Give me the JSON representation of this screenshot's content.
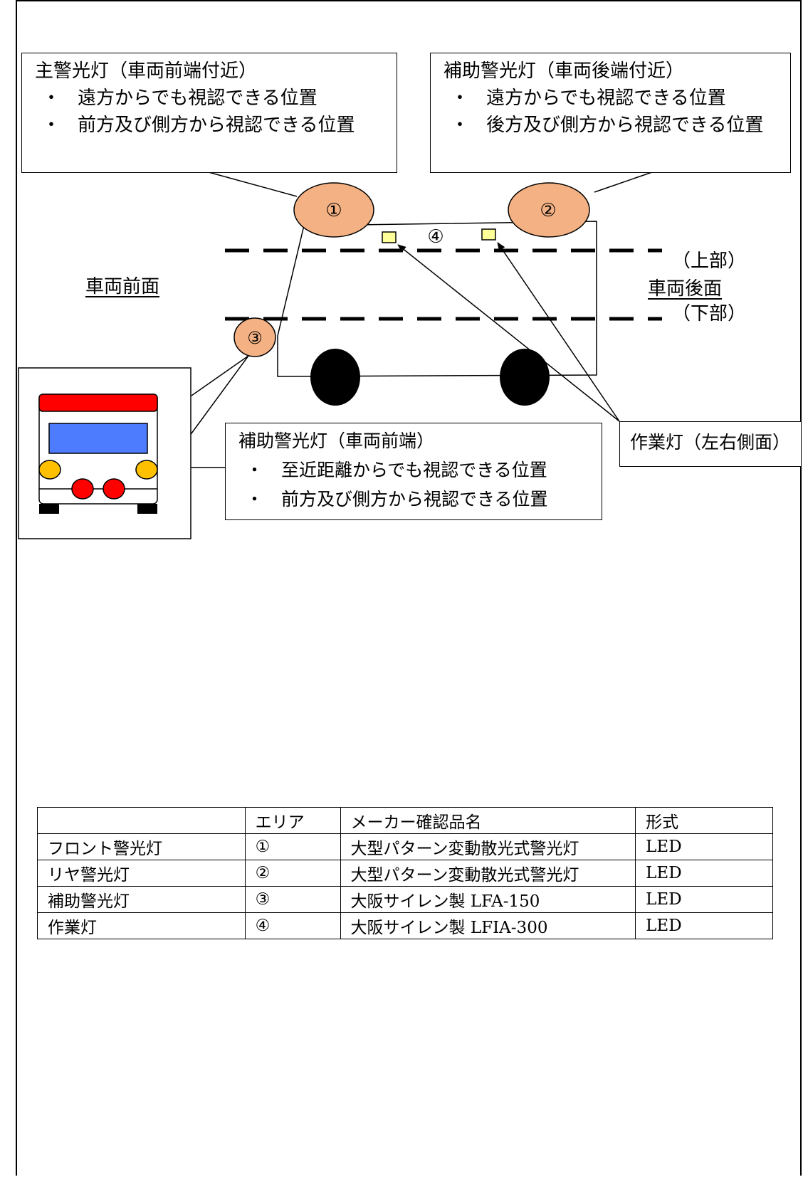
{
  "callouts": {
    "main_light": {
      "title": "主警光灯（車両前端付近）",
      "bullet_symbol": "・",
      "bullets": [
        "遠方からでも視認できる位置",
        "前方及び側方から視認できる位置"
      ]
    },
    "rear_aux_light": {
      "title": "補助警光灯（車両後端付近）",
      "bullet_symbol": "・",
      "bullets": [
        "遠方からでも視認できる位置",
        "後方及び側方から視認できる位置"
      ]
    },
    "front_aux_light": {
      "title": "補助警光灯（車両前端）",
      "bullet_symbol": "・",
      "bullets": [
        "至近距離からでも視認できる位置",
        "前方及び側方から視認できる位置"
      ]
    },
    "work_light": {
      "title": "作業灯（左右側面）"
    }
  },
  "labels": {
    "vehicle_front": "車両前面",
    "vehicle_rear": "車両後面",
    "upper": "（上部）",
    "lower": "（下部）"
  },
  "markers": {
    "m1": "①",
    "m2": "②",
    "m3": "③",
    "m4": "④"
  },
  "colors": {
    "light_oval": "#f4b183",
    "work_light": "#ffff99",
    "front_view_red": "#ff0000",
    "front_view_blue": "#4d7cff",
    "front_view_amber": "#ffc000",
    "wheel": "#000000"
  },
  "table": {
    "headers": [
      "",
      "エリア",
      "メーカー確認品名",
      "形式"
    ],
    "rows": [
      [
        "フロント警光灯",
        "①",
        "大型パターン変動散光式警光灯",
        "LED"
      ],
      [
        "リヤ警光灯",
        "②",
        "大型パターン変動散光式警光灯",
        "LED"
      ],
      [
        "補助警光灯",
        "③",
        "大阪サイレン製 LFA-150",
        "LED"
      ],
      [
        "作業灯",
        "④",
        "大阪サイレン製 LFIA-300",
        "LED"
      ]
    ]
  }
}
